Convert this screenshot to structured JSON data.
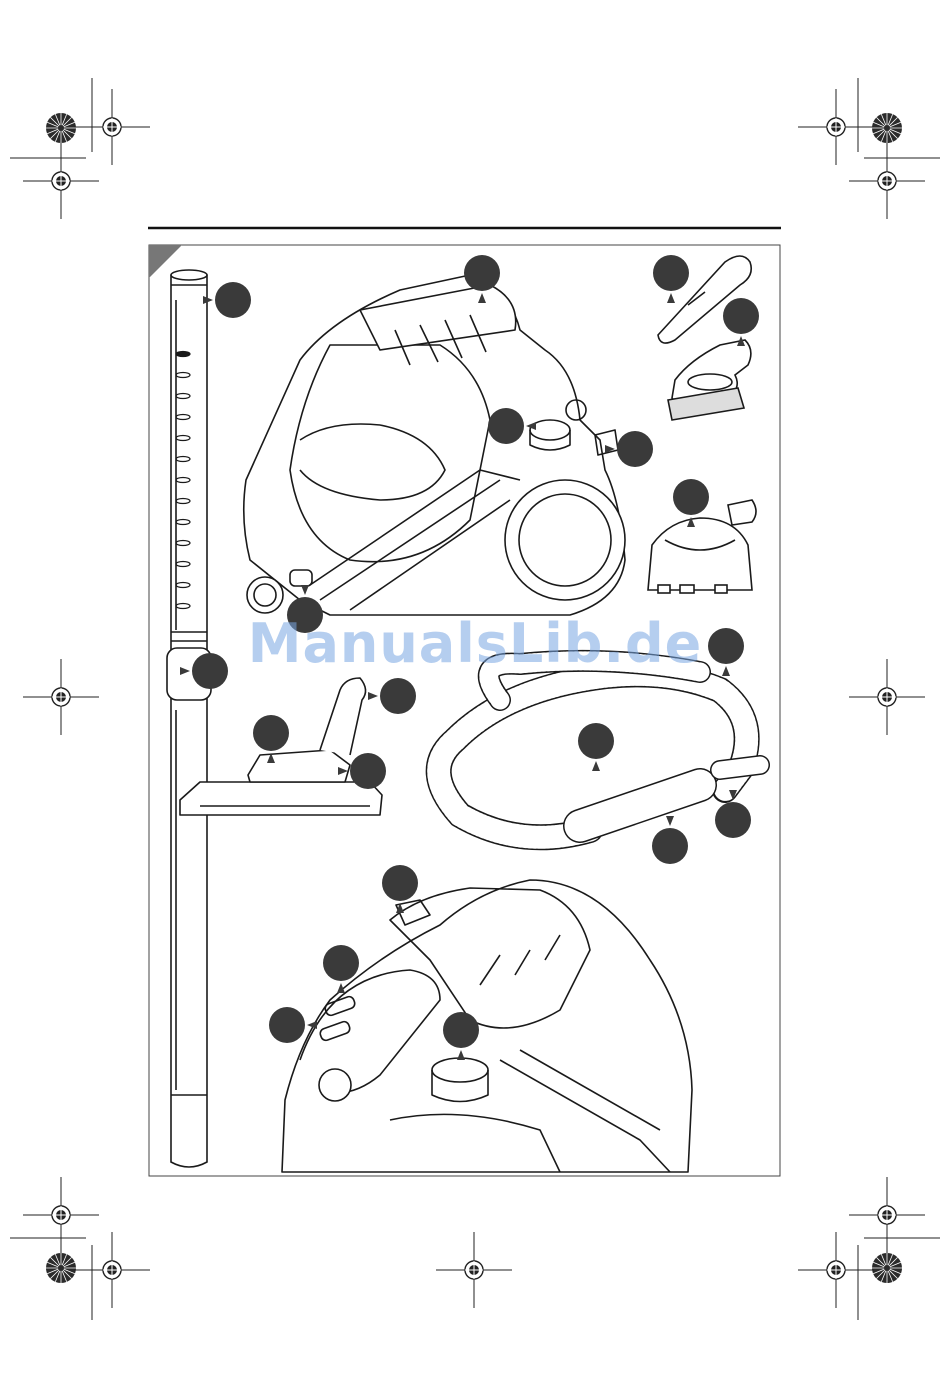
{
  "watermark": {
    "text": "ManualsLib.de"
  },
  "colors": {
    "line": "#1a1a1a",
    "marker": "#3a3a3a",
    "watermark": "#78a5e1"
  },
  "illustration": {
    "components": [
      "telescopic-tube",
      "vacuum-body",
      "crevice-nozzle",
      "upholstery-brush",
      "turbo-brush",
      "floor-nozzle",
      "suction-hose",
      "vacuum-body-top-view"
    ]
  }
}
